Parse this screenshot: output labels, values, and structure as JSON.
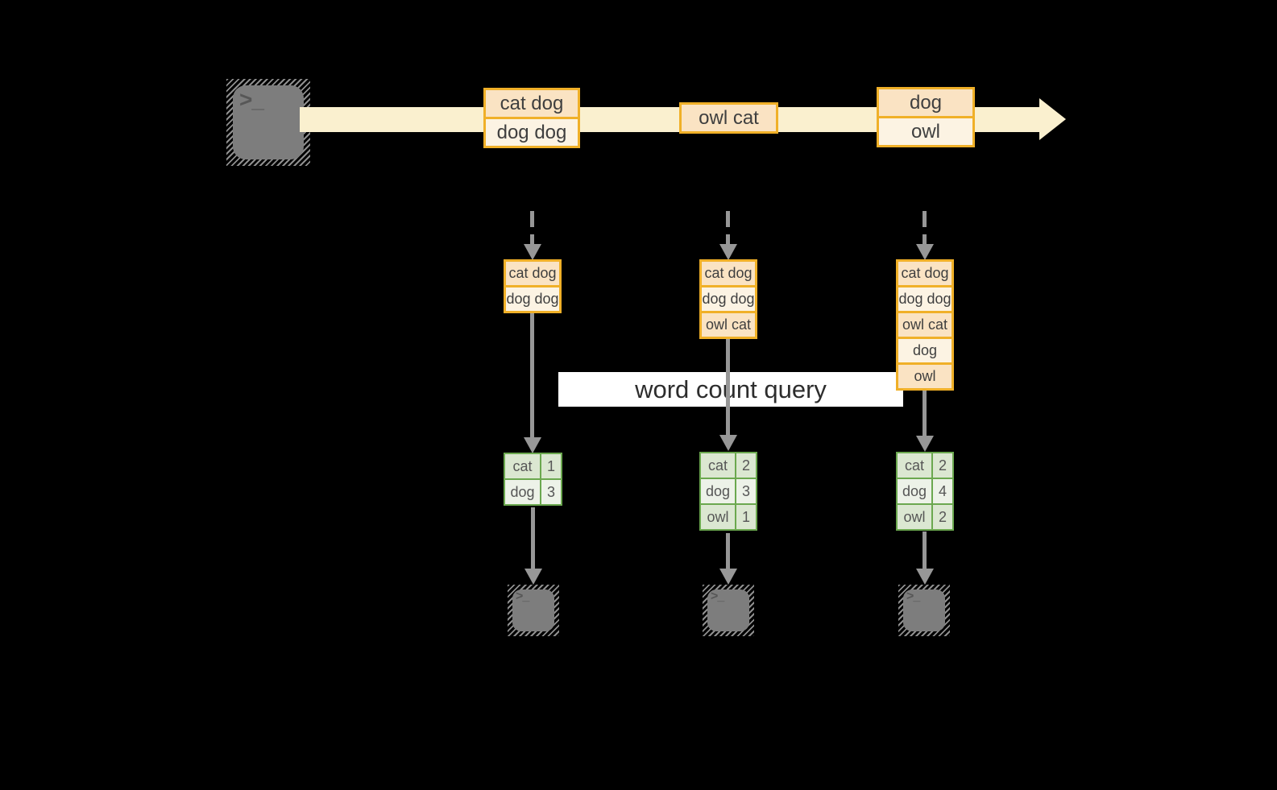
{
  "title": "word count query streaming diagram",
  "colors": {
    "background": "#000000",
    "stream_band": "#faf0cf",
    "orange_border": "#f0b028",
    "record_peach": "#fae3c3",
    "record_cream": "#fcf3e3",
    "green_border": "#6ba84f",
    "green_row_dark": "#dbe7d1",
    "green_row_light": "#edf2e8",
    "arrow_gray": "#979797",
    "terminal_gray": "#7d7d7d",
    "banner_bg": "#ffffff"
  },
  "terminal": {
    "prompt": ">_"
  },
  "stream": {
    "batches": [
      {
        "items": [
          "cat dog",
          "dog dog"
        ]
      },
      {
        "items": [
          "owl cat"
        ]
      },
      {
        "items": [
          "dog",
          "owl"
        ]
      }
    ]
  },
  "stacks": [
    {
      "items": [
        "cat dog",
        "dog dog"
      ]
    },
    {
      "items": [
        "cat dog",
        "dog dog",
        "owl cat"
      ]
    },
    {
      "items": [
        "cat dog",
        "dog dog",
        "owl cat",
        "dog",
        "owl"
      ]
    }
  ],
  "query": {
    "label": "word count query"
  },
  "tables": [
    {
      "rows": [
        {
          "word": "cat",
          "count": "1"
        },
        {
          "word": "dog",
          "count": "3"
        }
      ]
    },
    {
      "rows": [
        {
          "word": "cat",
          "count": "2"
        },
        {
          "word": "dog",
          "count": "3"
        },
        {
          "word": "owl",
          "count": "1"
        }
      ]
    },
    {
      "rows": [
        {
          "word": "cat",
          "count": "2"
        },
        {
          "word": "dog",
          "count": "4"
        },
        {
          "word": "owl",
          "count": "2"
        }
      ]
    }
  ]
}
